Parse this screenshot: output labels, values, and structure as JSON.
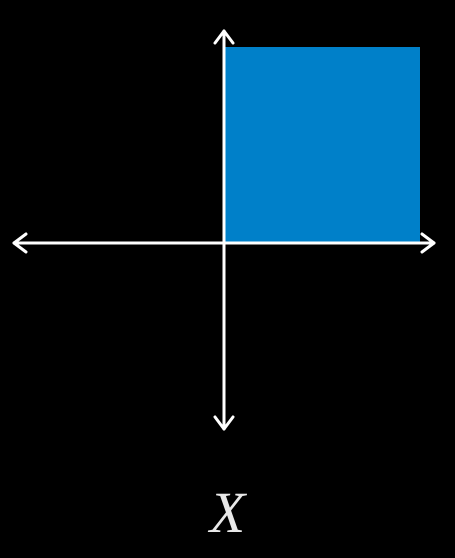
{
  "variable_label": "X",
  "colors": {
    "background": "#000000",
    "axes": "#ffffff",
    "region_fill": "#0080c9",
    "label": "#e8e8e8"
  },
  "region": {
    "quadrant": "first",
    "description_shape": "square"
  }
}
